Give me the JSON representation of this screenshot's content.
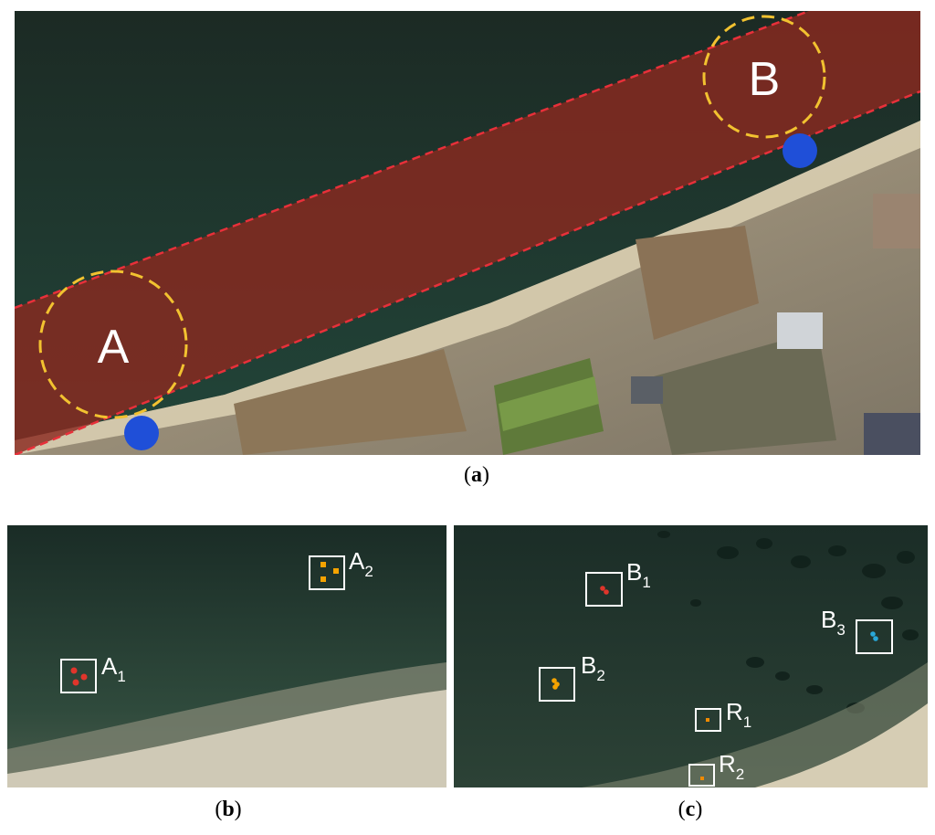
{
  "panels": {
    "a": {
      "caption_letter": "a",
      "zones": [
        {
          "label": "A"
        },
        {
          "label": "B"
        }
      ]
    },
    "b": {
      "caption_letter": "b",
      "sites": [
        {
          "label": "A",
          "sub": "1",
          "marker_color": "#e0352b"
        },
        {
          "label": "A",
          "sub": "2",
          "marker_color": "#f5a300"
        }
      ]
    },
    "c": {
      "caption_letter": "c",
      "sites": [
        {
          "label": "B",
          "sub": "1",
          "marker_color": "#e0352b"
        },
        {
          "label": "B",
          "sub": "2",
          "marker_color": "#f5a300"
        },
        {
          "label": "B",
          "sub": "3",
          "marker_color": "#29a8d8"
        },
        {
          "label": "R",
          "sub": "1",
          "marker_color": "#f08a00"
        },
        {
          "label": "R",
          "sub": "2",
          "marker_color": "#f08a00"
        }
      ]
    }
  },
  "colors": {
    "estuary_zone": "#8a2a20",
    "zone_boundary": "#e8303a",
    "zone_circle": "#f2c230",
    "access_point": "#1f4fd8",
    "water": "#1f3a2c",
    "beach": "#d8cdb0"
  }
}
